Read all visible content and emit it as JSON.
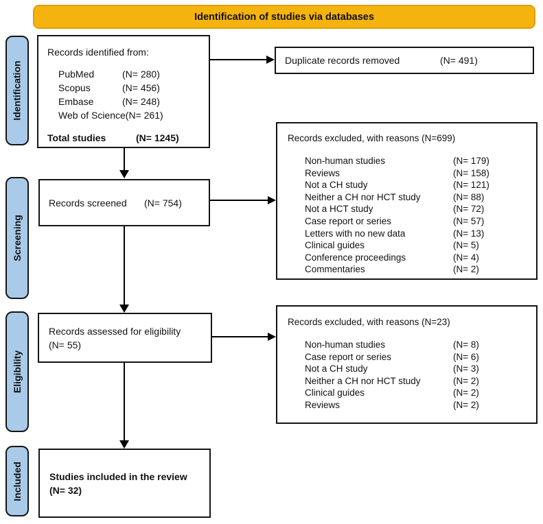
{
  "header": {
    "title": "Identification of studies via databases"
  },
  "stages": [
    "Identification",
    "Screening",
    "Eligibility",
    "Included"
  ],
  "boxes": {
    "identified": {
      "title": "Records identified from:",
      "sources": [
        {
          "label": "PubMed",
          "value": "(N= 280)"
        },
        {
          "label": "Scopus",
          "value": "(N= 456)"
        },
        {
          "label": "Embase",
          "value": "(N= 248)"
        },
        {
          "label": "Web of Science",
          "value": "(N= 261)"
        }
      ],
      "total_label": "Total studies",
      "total_value": "(N= 1245)"
    },
    "screened": {
      "label": "Records screened",
      "value": "(N= 754)"
    },
    "assessed": {
      "line1": "Records assessed for eligibility",
      "line2": "(N= 55)"
    },
    "included": {
      "line1": "Studies included in the review",
      "line2": "(N= 32)"
    },
    "duplicates": {
      "label": "Duplicate records removed",
      "value": "(N= 491)"
    },
    "excluded_screening": {
      "title": "Records excluded, with reasons (N=699)",
      "reasons": [
        {
          "label": "Non-human studies",
          "value": "(N= 179)"
        },
        {
          "label": "Reviews",
          "value": "(N= 158)"
        },
        {
          "label": "Not a CH study",
          "value": "(N= 121)"
        },
        {
          "label": "Neither a CH nor HCT study",
          "value": "(N= 88)"
        },
        {
          "label": "Not a HCT study",
          "value": "(N= 72)"
        },
        {
          "label": "Case report or series",
          "value": "(N= 57)"
        },
        {
          "label": "Letters with no new data",
          "value": "(N= 13)"
        },
        {
          "label": "Clinical guides",
          "value": "(N= 5)"
        },
        {
          "label": "Conference proceedings",
          "value": "(N= 4)"
        },
        {
          "label": "Commentaries",
          "value": "(N= 2)"
        }
      ]
    },
    "excluded_eligibility": {
      "title": "Records excluded, with reasons (N=23)",
      "reasons": [
        {
          "label": "Non-human studies",
          "value": "(N= 8)"
        },
        {
          "label": "Case report or series",
          "value": "(N= 6)"
        },
        {
          "label": "Not a CH study",
          "value": "(N= 3)"
        },
        {
          "label": "Neither a CH nor HCT study",
          "value": "(N= 2)"
        },
        {
          "label": "Clinical guides",
          "value": "(N= 2)"
        },
        {
          "label": "Reviews",
          "value": "(N= 2)"
        }
      ]
    }
  },
  "colors": {
    "header_bg": "#F5B30E",
    "header_border": "#E29C06",
    "stage_bg": "#A9CBE9",
    "box_border": "#141414"
  }
}
